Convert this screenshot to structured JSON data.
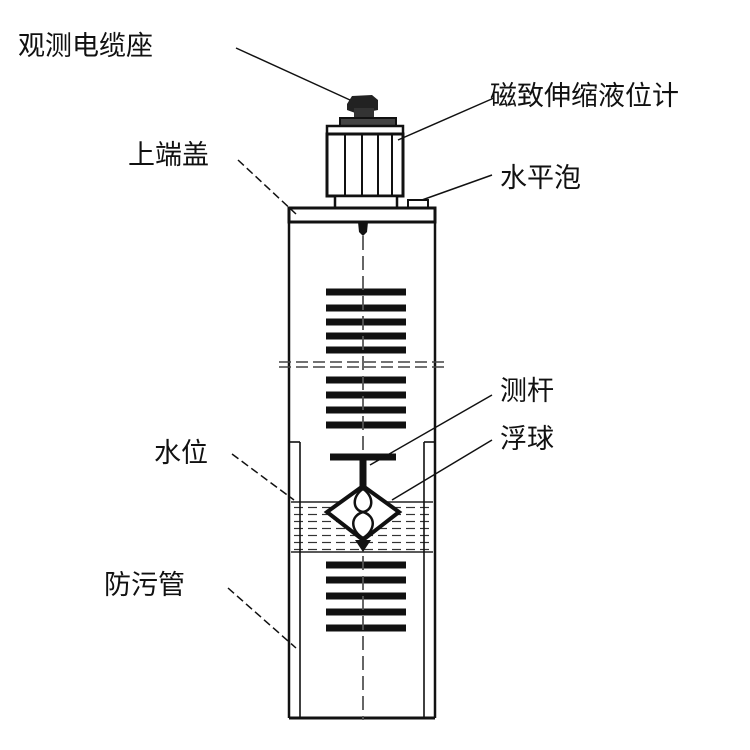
{
  "labels": {
    "cable_seat": "观测电缆座",
    "liquid_level_meter": "磁致伸缩液位计",
    "top_cover": "上端盖",
    "level_bubble": "水平泡",
    "probe_rod": "测杆",
    "float_ball": "浮球",
    "water_level": "水位",
    "antifouling_pipe": "防污管"
  }
}
